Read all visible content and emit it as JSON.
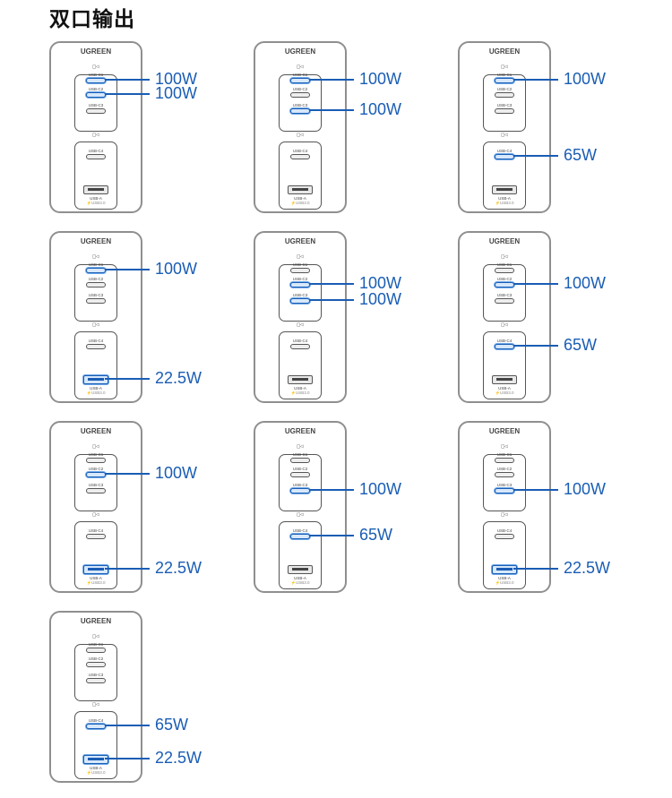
{
  "title": "双口输出",
  "device": {
    "brand": "UGREEN",
    "pd_mark": "□◁",
    "port_labels": {
      "c1": "USB-C1",
      "c2": "USB-C2",
      "c3": "USB-C3",
      "c4": "USB-C4",
      "a": "USB-A"
    },
    "footer": "⚡USB3.0"
  },
  "accent_color": "#1a5db4",
  "port_icons": {
    "usb_c": "usb-c-port-icon",
    "usb_a": "usb-a-port-icon",
    "pd": "power-delivery-icon"
  },
  "configs": [
    {
      "outputs": [
        {
          "port": "c1",
          "watt": "100W"
        },
        {
          "port": "c2",
          "watt": "100W"
        }
      ]
    },
    {
      "outputs": [
        {
          "port": "c1",
          "watt": "100W"
        },
        {
          "port": "c3",
          "watt": "100W"
        }
      ]
    },
    {
      "outputs": [
        {
          "port": "c1",
          "watt": "100W"
        },
        {
          "port": "c4",
          "watt": "65W"
        }
      ]
    },
    {
      "outputs": [
        {
          "port": "c1",
          "watt": "100W"
        },
        {
          "port": "a",
          "watt": "22.5W"
        }
      ]
    },
    {
      "outputs": [
        {
          "port": "c2",
          "watt": "100W"
        },
        {
          "port": "c3",
          "watt": "100W"
        }
      ]
    },
    {
      "outputs": [
        {
          "port": "c2",
          "watt": "100W"
        },
        {
          "port": "c4",
          "watt": "65W"
        }
      ]
    },
    {
      "outputs": [
        {
          "port": "c2",
          "watt": "100W"
        },
        {
          "port": "a",
          "watt": "22.5W"
        }
      ]
    },
    {
      "outputs": [
        {
          "port": "c3",
          "watt": "100W"
        },
        {
          "port": "c4",
          "watt": "65W"
        }
      ]
    },
    {
      "outputs": [
        {
          "port": "c3",
          "watt": "100W"
        },
        {
          "port": "a",
          "watt": "22.5W"
        }
      ]
    },
    {
      "outputs": [
        {
          "port": "c4",
          "watt": "65W"
        },
        {
          "port": "a",
          "watt": "22.5W"
        }
      ]
    }
  ]
}
